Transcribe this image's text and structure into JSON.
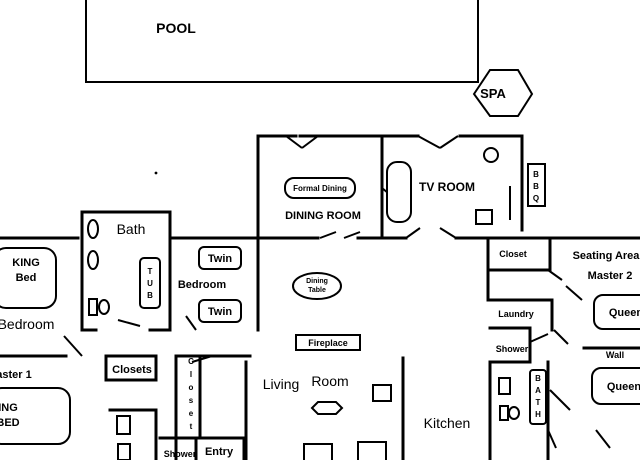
{
  "plan": {
    "pool": "POOL",
    "spa": "SPA",
    "bbq": [
      "B",
      "B",
      "Q"
    ],
    "formal_dining": "Formal Dining",
    "dining_room": "DINING ROOM",
    "tv_room": "TV ROOM",
    "bath": "Bath",
    "tub": [
      "T",
      "U",
      "B"
    ],
    "king_bed": [
      "KING",
      "Bed"
    ],
    "bedroom_left": "Bedroom",
    "twin_top": "Twin",
    "bedroom_mid": "Bedroom",
    "twin_bottom": "Twin",
    "dining_table": [
      "Dining",
      "Table"
    ],
    "closet_right": "Closet",
    "seating_area": "Seating Area",
    "master2": "Master 2",
    "queen_top": "Queen",
    "laundry": "Laundry",
    "wall": "Wall",
    "shower_right": "Shower",
    "queen_bottom": "Queen",
    "bath_vertical": [
      "B",
      "A",
      "T",
      "H"
    ],
    "fireplace": "Fireplace",
    "master1": "aster 1",
    "closets": "Closets",
    "closet_vertical": [
      "C",
      "l",
      "o",
      "s",
      "e",
      "t"
    ],
    "king_bed_lower": [
      "ING",
      "BED"
    ],
    "living_room": [
      "Living",
      "Room"
    ],
    "kitchen": "Kitchen",
    "shower_bottom": "Shower",
    "entry": "Entry"
  }
}
